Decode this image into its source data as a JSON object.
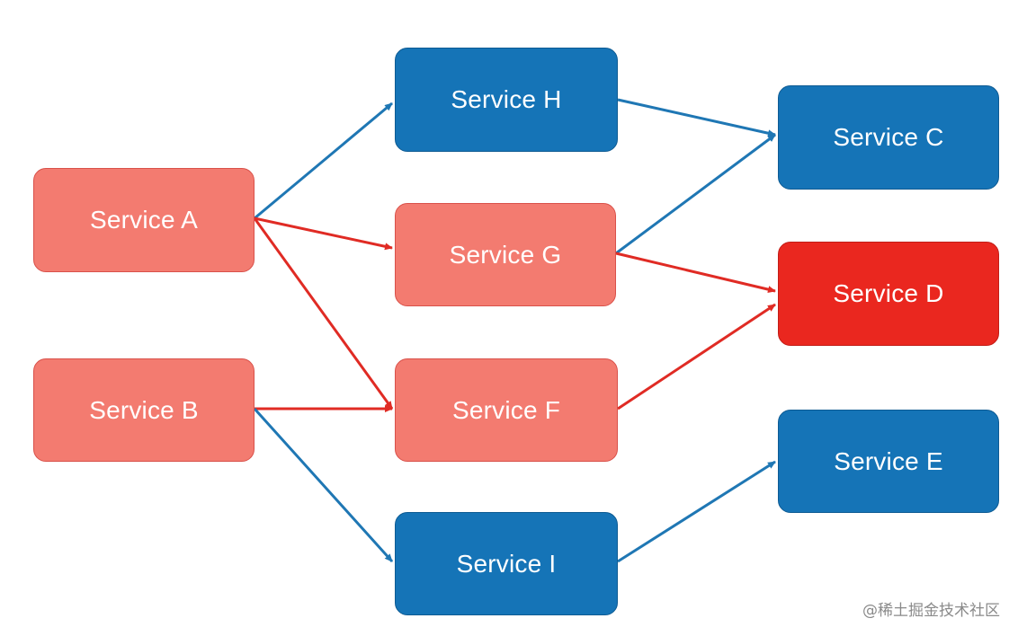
{
  "nodes": {
    "a": "Service A",
    "b": "Service B",
    "c": "Service C",
    "d": "Service D",
    "e": "Service E",
    "f": "Service F",
    "g": "Service G",
    "h": "Service H",
    "i": "Service I"
  },
  "node_status": {
    "a": "failing",
    "b": "failing",
    "c": "healthy",
    "d": "failed",
    "e": "healthy",
    "f": "failing",
    "g": "failing",
    "h": "healthy",
    "i": "healthy"
  },
  "edges": [
    {
      "from": "a",
      "to": "h",
      "status": "healthy"
    },
    {
      "from": "a",
      "to": "g",
      "status": "failing"
    },
    {
      "from": "a",
      "to": "f",
      "status": "failing"
    },
    {
      "from": "b",
      "to": "f",
      "status": "failing"
    },
    {
      "from": "b",
      "to": "i",
      "status": "healthy"
    },
    {
      "from": "h",
      "to": "c",
      "status": "healthy"
    },
    {
      "from": "g",
      "to": "c",
      "status": "healthy"
    },
    {
      "from": "g",
      "to": "d",
      "status": "failing"
    },
    {
      "from": "f",
      "to": "d",
      "status": "failing"
    },
    {
      "from": "i",
      "to": "e",
      "status": "healthy"
    }
  ],
  "colors": {
    "healthy_node": "#1574b7",
    "failing_node": "#f37b70",
    "failed_node": "#ea271f",
    "healthy_edge": "#1f77b4",
    "failing_edge": "#e02b24"
  },
  "watermark": "@稀土掘金技术社区"
}
